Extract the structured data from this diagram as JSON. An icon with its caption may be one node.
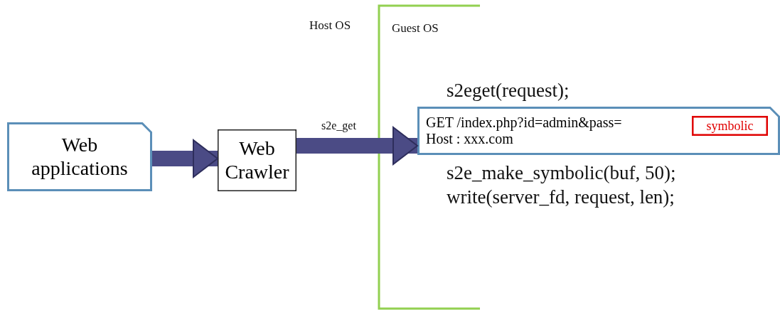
{
  "diagram": {
    "nodes": [
      {
        "text": [
          "Web applications"
        ]
      },
      {
        "text": [
          "Web Crawler"
        ]
      },
      {
        "text": [
          "GET /index.php?id=admin&pass=",
          "Host : xxx.com"
        ]
      },
      {
        "text": [
          "symbolic"
        ],
        "in": 2
      }
    ],
    "edges": [
      {
        "from": 0,
        "to": 1,
        "arrow": "to"
      },
      {
        "from": 1,
        "to": 2,
        "label": "s2e_get",
        "arrow": "to"
      }
    ],
    "labels": [
      "Host OS",
      "Guest OS",
      "s2eget(request);",
      "s2e_make_symbolic(buf, 50);",
      "write(server_fd, request, len);"
    ]
  }
}
